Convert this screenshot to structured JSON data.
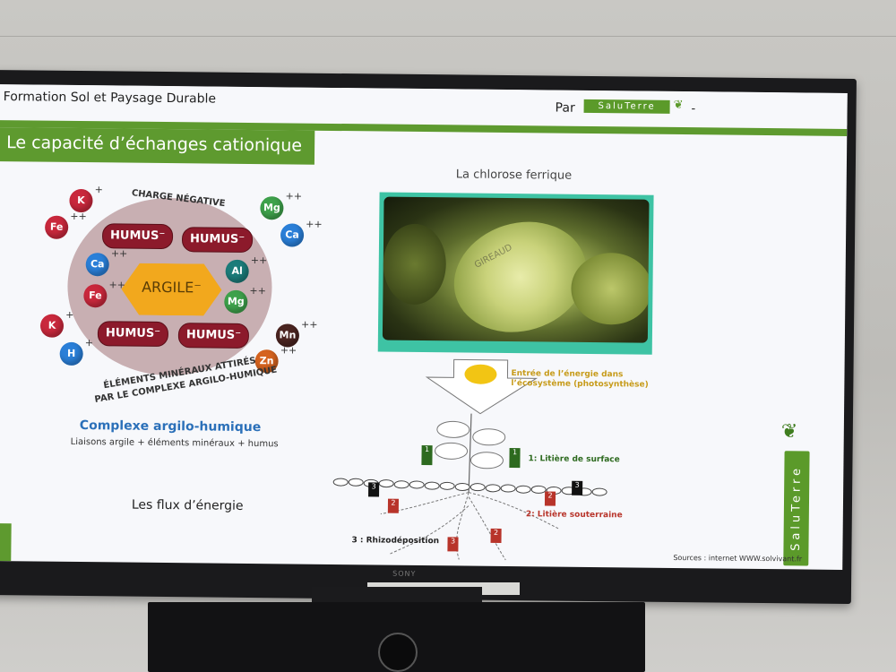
{
  "slide": {
    "header_title": "Formation Sol et Paysage Durable",
    "header_par": "Par",
    "logo_text": "SaluTerre",
    "logo_dash": "-",
    "section_title": "Le capacité d’échanges cationique"
  },
  "complex": {
    "top_arc": "CHARGE NÉGATIVE",
    "humus_labels": [
      "HUMUS⁻",
      "HUMUS⁻",
      "HUMUS⁻",
      "HUMUS⁻"
    ],
    "center_label": "ARGILE⁻",
    "bottom_arc_1": "ÉLÉMENTS MINÉRAUX ATTIRÉS",
    "bottom_arc_2": "PAR LE COMPLEXE ARGILO-HUMIQUE",
    "title": "Complexe argilo-humique",
    "subtitle": "Liaisons argile + éléments minéraux + humus",
    "ions": [
      {
        "symbol": "K",
        "charge": "+",
        "color": "red"
      },
      {
        "symbol": "Fe",
        "charge": "++",
        "color": "red"
      },
      {
        "symbol": "Mg",
        "charge": "++",
        "color": "green"
      },
      {
        "symbol": "Ca",
        "charge": "++",
        "color": "blue"
      },
      {
        "symbol": "Ca",
        "charge": "++",
        "color": "blue"
      },
      {
        "symbol": "Al",
        "charge": "++",
        "color": "teal"
      },
      {
        "symbol": "Fe",
        "charge": "++",
        "color": "red"
      },
      {
        "symbol": "Mg",
        "charge": "++",
        "color": "green"
      },
      {
        "symbol": "K",
        "charge": "+",
        "color": "red"
      },
      {
        "symbol": "Mn",
        "charge": "++",
        "color": "dark"
      },
      {
        "symbol": "H",
        "charge": "+",
        "color": "blue"
      },
      {
        "symbol": "Zn",
        "charge": "++",
        "color": "orange"
      }
    ]
  },
  "chlorose": {
    "label": "La chlorose ferrique",
    "photo_watermark": "GIREAUD"
  },
  "flux": {
    "label": "Les flux d’énergie",
    "energy_entry_1": "Entrée de l’énergie dans",
    "energy_entry_2": "l’écosystème (photosynthèse)",
    "litiere_surface": "1: Litière de surface",
    "litiere_souterraine": "2: Litière souterraine",
    "rhizodeposition": "3 : Rhizodéposition",
    "markers": [
      "1",
      "1",
      "3",
      "2",
      "2",
      "3",
      "3",
      "2"
    ]
  },
  "footer": {
    "sources": "Sources : internet WWW.solvivant.fr",
    "side_logo": "SaluTerre"
  },
  "tv": {
    "brand": "SONY"
  },
  "colors": {
    "slide_green": "#5e9a2f",
    "humus_red": "#8c1a2b",
    "argile_orange": "#f2a81d",
    "title_blue": "#2b70b9"
  }
}
